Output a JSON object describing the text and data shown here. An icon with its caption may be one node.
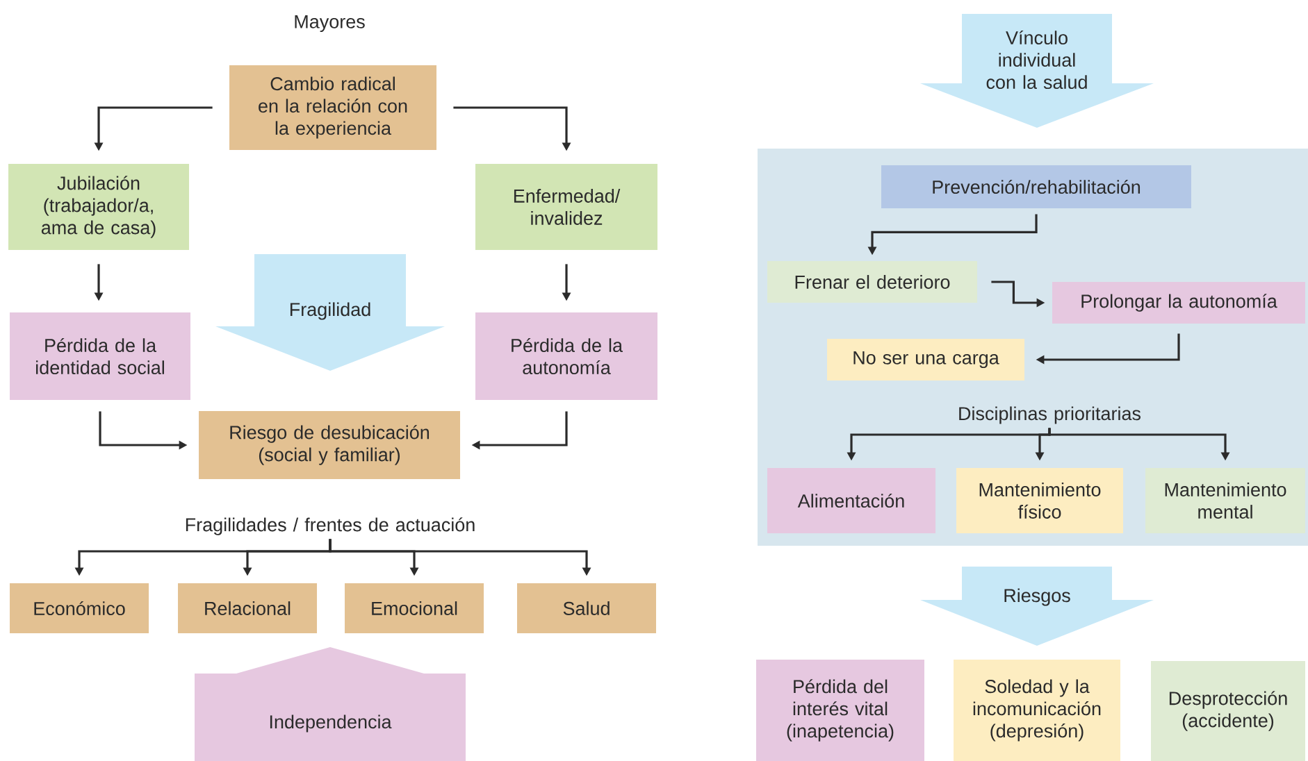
{
  "diagram": {
    "nodes": [
      {
        "text": [
          "Cambio radical en la relación con la experiencia"
        ]
      },
      {
        "text": [
          "Jubilación (trabajador/a, ama de casa)"
        ]
      },
      {
        "text": [
          "Enfermedad/ invalidez"
        ]
      },
      {
        "text": [
          "Fragilidad"
        ]
      },
      {
        "text": [
          "Pérdida de la identidad social"
        ]
      },
      {
        "text": [
          "Pérdida de la autonomía"
        ]
      },
      {
        "text": [
          "Riesgo de desubicación (social y familiar)"
        ]
      },
      {
        "text": [
          "Fragilidades / frentes de actuación"
        ]
      },
      {
        "text": [
          "Económico"
        ]
      },
      {
        "text": [
          "Relacional"
        ]
      },
      {
        "text": [
          "Emocional"
        ]
      },
      {
        "text": [
          "Salud"
        ]
      },
      {
        "text": [
          "Independencia"
        ]
      },
      {
        "text": [
          "Vínculo individual con la salud"
        ]
      },
      {
        "text": [],
        "shape": "box"
      },
      {
        "text": [
          "Prevención/rehabilitación"
        ],
        "in": 14
      },
      {
        "text": [
          "Frenar el deterioro"
        ],
        "in": 14
      },
      {
        "text": [
          "Prolongar la autonomía"
        ],
        "in": 14
      },
      {
        "text": [
          "No ser una carga"
        ],
        "in": 14
      },
      {
        "text": [
          "Disciplinas prioritarias"
        ],
        "in": 14
      },
      {
        "text": [
          "Alimentación"
        ],
        "in": 14
      },
      {
        "text": [
          "Mantenimiento físico"
        ],
        "in": 14
      },
      {
        "text": [
          "Mantenimiento mental"
        ],
        "in": 14
      },
      {
        "text": [
          "Riesgos"
        ]
      },
      {
        "text": [
          "Pérdida del interés vital (inapetencia)"
        ]
      },
      {
        "text": [
          "Soledad y la incomunicación (depresión)"
        ]
      },
      {
        "text": [
          "Desprotección (accidente)"
        ]
      }
    ],
    "edges": [
      {
        "from": 0,
        "to": 1,
        "arrow": "to"
      },
      {
        "from": 0,
        "to": 2,
        "arrow": "to"
      },
      {
        "from": 1,
        "to": 4,
        "arrow": "to"
      },
      {
        "from": 2,
        "to": 5,
        "arrow": "to"
      },
      {
        "from": 4,
        "to": 6,
        "arrow": "to"
      },
      {
        "from": 5,
        "to": 6,
        "arrow": "to"
      },
      {
        "from": 7,
        "to": 8,
        "arrow": "to"
      },
      {
        "from": 7,
        "to": 9,
        "arrow": "to"
      },
      {
        "from": 7,
        "to": 10,
        "arrow": "to"
      },
      {
        "from": 7,
        "to": 11,
        "arrow": "to"
      },
      {
        "from": 15,
        "to": 16,
        "arrow": "to"
      },
      {
        "from": 16,
        "to": 17,
        "arrow": "to"
      },
      {
        "from": 17,
        "to": 18,
        "arrow": "to"
      },
      {
        "from": 19,
        "to": 20,
        "arrow": "to"
      },
      {
        "from": 19,
        "to": 21,
        "arrow": "to"
      },
      {
        "from": 19,
        "to": 22,
        "arrow": "to"
      }
    ],
    "labels": [
      "Mayores"
    ]
  }
}
